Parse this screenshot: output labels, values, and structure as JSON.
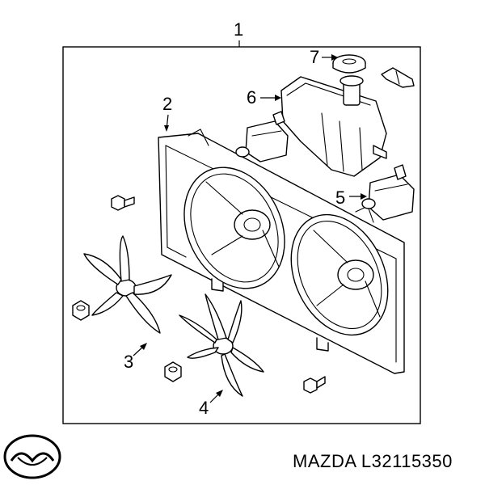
{
  "callouts": {
    "c1": "1",
    "c2": "2",
    "c3": "3",
    "c4": "4",
    "c5": "5",
    "c6": "6",
    "c7": "7"
  },
  "brand": {
    "logo_icon": "mazda-logo-icon",
    "part_text": "MAZDA L32115350"
  }
}
